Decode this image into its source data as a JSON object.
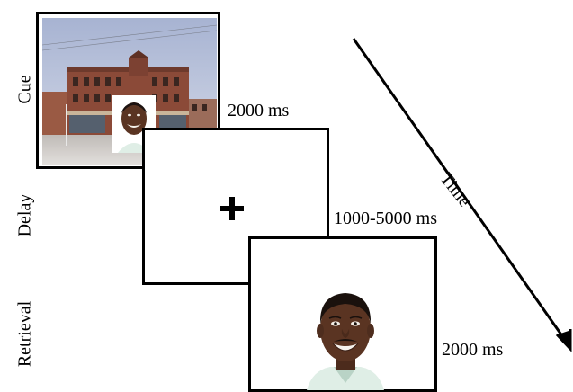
{
  "stages": {
    "cue": {
      "label": "Cue",
      "duration": "2000 ms"
    },
    "delay": {
      "label": "Delay",
      "duration": "1000-5000 ms",
      "symbol": "+"
    },
    "retrieval": {
      "label": "Retrieval",
      "duration": "2000 ms"
    }
  },
  "time_axis": {
    "label": "Time"
  },
  "colors": {
    "sky": "#a9b6cf",
    "building": "#8d4b3a",
    "skin": "#5a3422",
    "shirt": "#dfeee6"
  }
}
